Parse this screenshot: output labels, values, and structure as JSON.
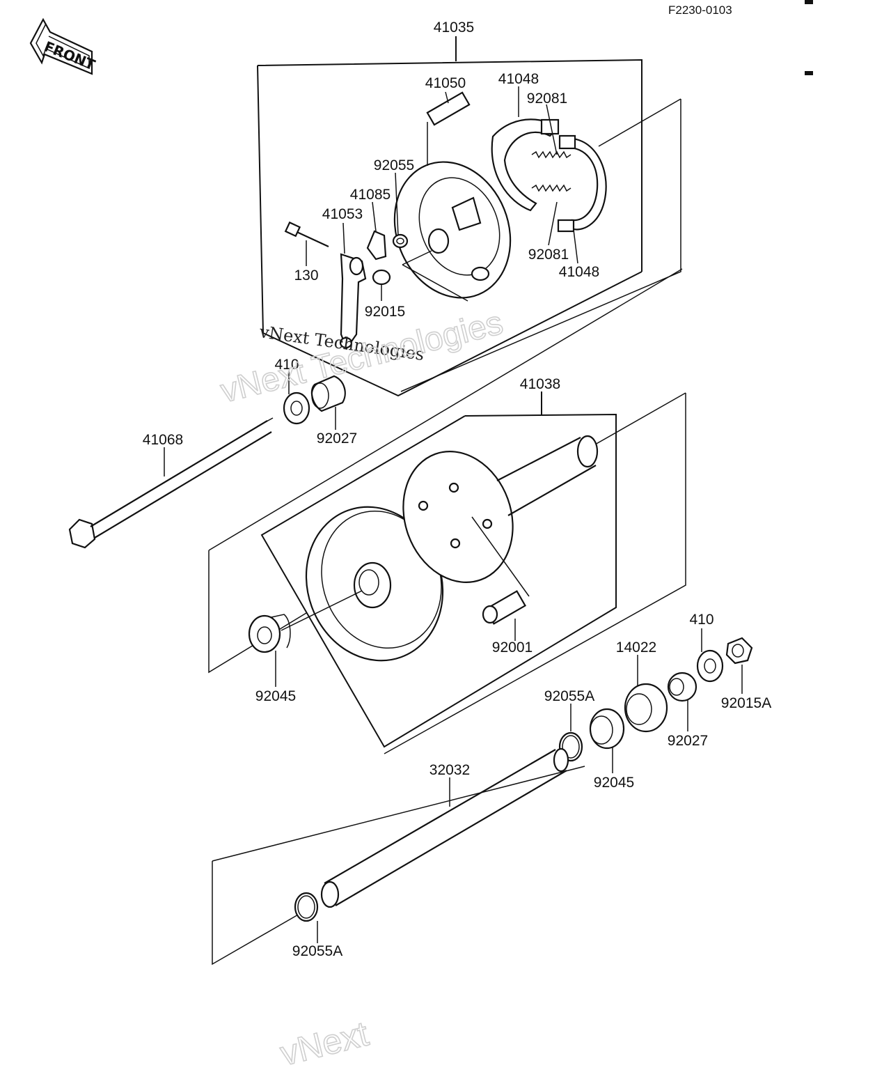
{
  "diagram_code": "F2230-0103",
  "front_indicator": "FRONT",
  "watermarks": [
    "vNext Technologies",
    "vNext Technologies",
    "vNext"
  ],
  "parts": {
    "p41035": "41035",
    "p41050": "41050",
    "p41048_top": "41048",
    "p92081_top": "92081",
    "p92055": "92055",
    "p41085": "41085",
    "p41053": "41053",
    "p130": "130",
    "p92015": "92015",
    "p92081_bot": "92081",
    "p41048_bot": "41048",
    "p410_top": "410",
    "p92027_top": "92027",
    "p41068": "41068",
    "p41038": "41038",
    "p92001": "92001",
    "p92045_left": "92045",
    "p410_right": "410",
    "p14022": "14022",
    "p92015A": "92015A",
    "p92055A_right": "92055A",
    "p92027_right": "92027",
    "p92045_right": "92045",
    "p32032": "32032",
    "p92055A_bot": "92055A"
  }
}
